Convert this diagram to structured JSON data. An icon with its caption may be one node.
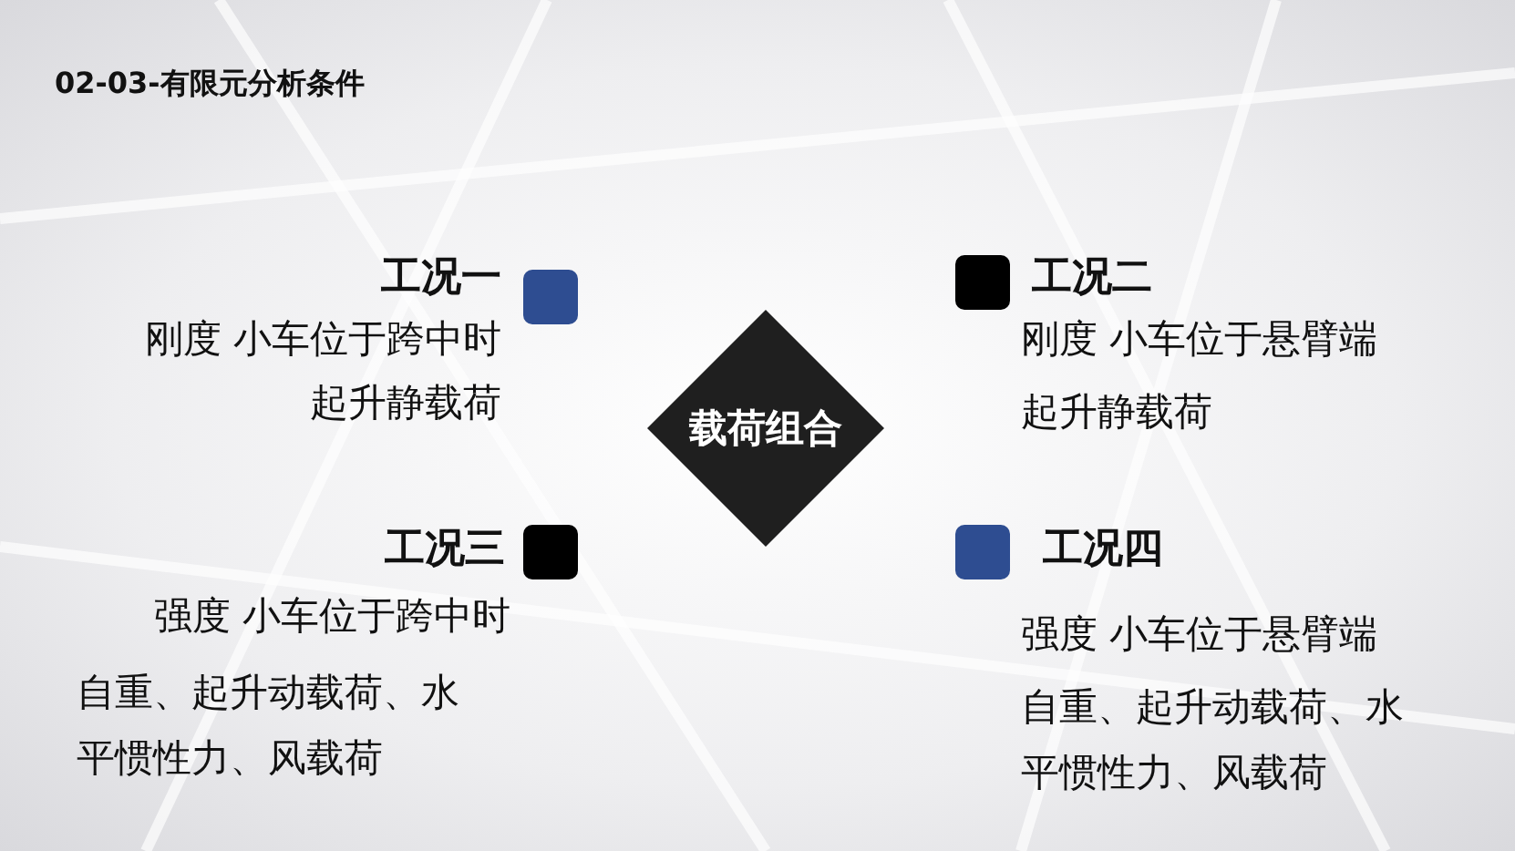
{
  "diagram": {
    "title": "02-03-有限元分析条件",
    "nodes": [
      {
        "text": [
          "载荷组合"
        ]
      }
    ],
    "labels": [
      "工况一",
      "刚度 小车位于跨中时",
      "起升静载荷",
      "工况二",
      "刚度 小车位于悬臂端",
      "起升静载荷",
      "工况三",
      "强度 小车位于跨中时",
      "自重、起升动载荷、水平惯性力、风载荷",
      "工况四",
      "强度 小车位于悬臂端",
      "自重、起升动载荷、水平惯性力、风载荷"
    ]
  }
}
